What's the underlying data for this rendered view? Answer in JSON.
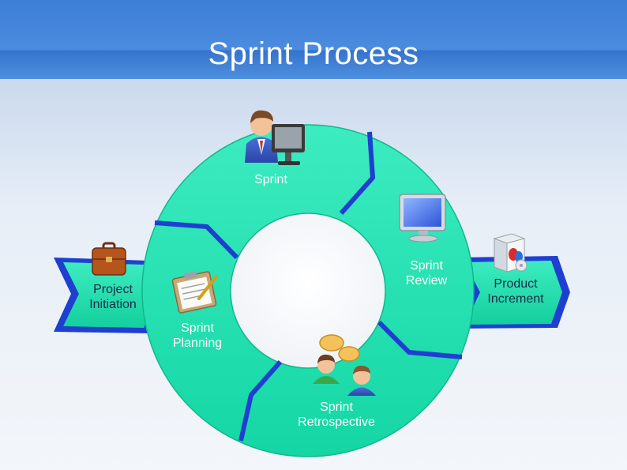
{
  "title": "Sprint Process",
  "stages": {
    "project_initiation": [
      "Project",
      "Initiation"
    ],
    "sprint": [
      "Sprint"
    ],
    "sprint_review": [
      "Sprint",
      "Review"
    ],
    "sprint_planning": [
      "Sprint",
      "Planning"
    ],
    "sprint_retrospective": [
      "Sprint",
      "Retrospective"
    ],
    "product_increment": [
      "Product",
      "Increment"
    ]
  },
  "icons": {
    "sprint": "person-at-computer-icon",
    "sprint_review": "monitor-icon",
    "sprint_planning": "clipboard-icon",
    "sprint_retrospective": "people-talking-icon",
    "project_initiation": "briefcase-icon",
    "product_increment": "software-box-icon"
  },
  "colors": {
    "ring": "#1fe0b0",
    "separator": "#1f3fd0",
    "header": "#4b8be0"
  }
}
